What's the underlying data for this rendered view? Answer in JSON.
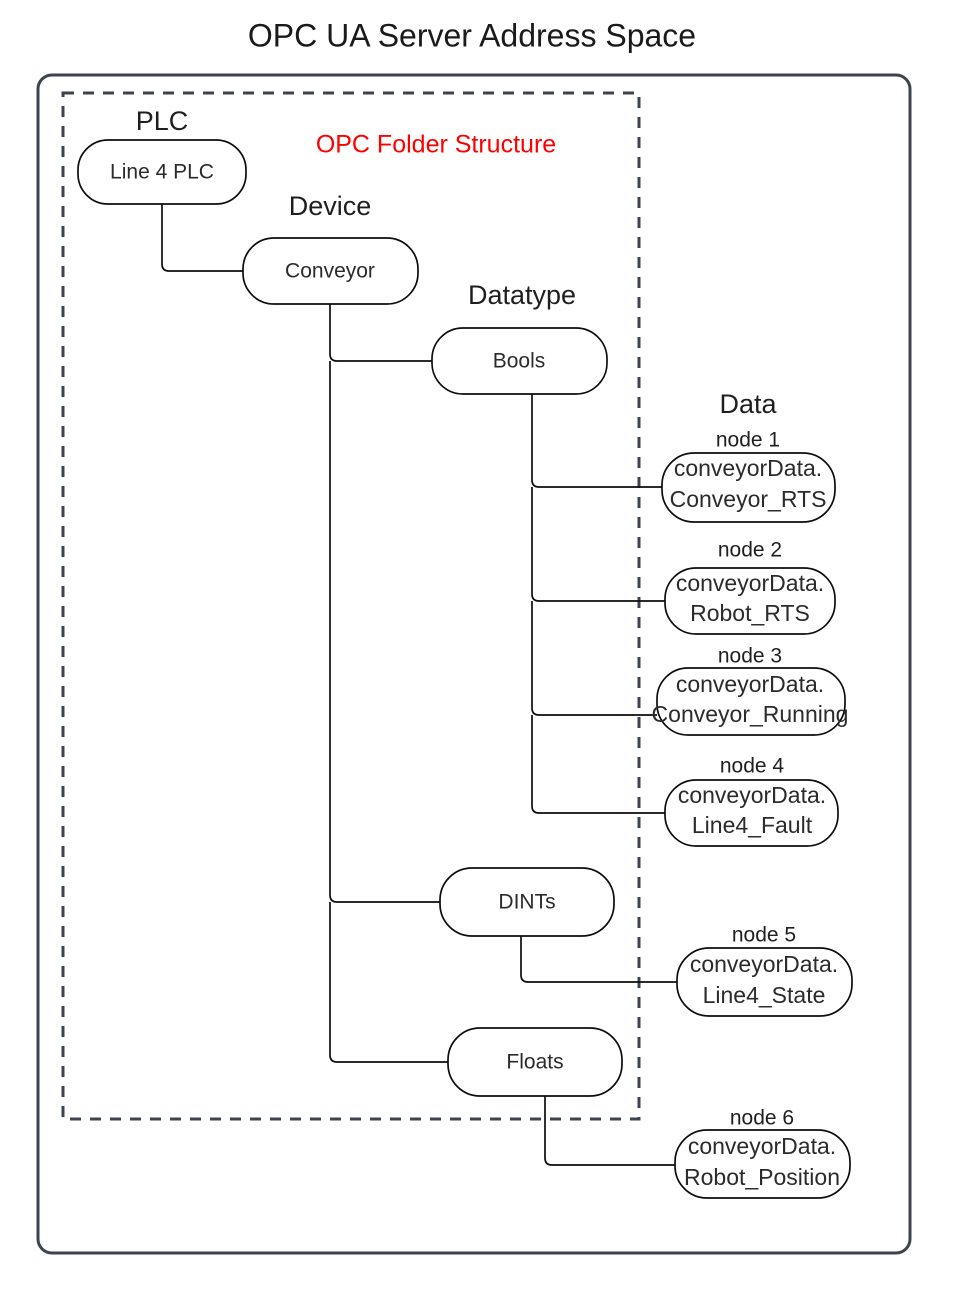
{
  "page": {
    "title": "OPC UA Server Address Space",
    "folder_structure_label": "OPC Folder Structure",
    "folder_structure_color": "#ff0000",
    "background_color": "#ffffff",
    "frame_color": "#3d4450",
    "node_border_color": "#0d0d0d"
  },
  "group_labels": {
    "plc": "PLC",
    "device": "Device",
    "datatype": "Datatype",
    "data": "Data"
  },
  "tree": {
    "plc_node": {
      "label": "Line 4 PLC"
    },
    "device_node": {
      "label": "Conveyor"
    },
    "datatype_nodes": [
      {
        "label": "Bools"
      },
      {
        "label": "DINTs"
      },
      {
        "label": "Floats"
      }
    ]
  },
  "data_nodes": [
    {
      "caption": "node 1",
      "line1": "conveyorData.",
      "line2": "Conveyor_RTS",
      "parent": "Bools"
    },
    {
      "caption": "node 2",
      "line1": "conveyorData.",
      "line2": "Robot_RTS",
      "parent": "Bools"
    },
    {
      "caption": "node 3",
      "line1": "conveyorData.",
      "line2": "Conveyor_Running",
      "parent": "Bools"
    },
    {
      "caption": "node 4",
      "line1": "conveyorData.",
      "line2": "Line4_Fault",
      "parent": "Bools"
    },
    {
      "caption": "node 5",
      "line1": "conveyorData.",
      "line2": "Line4_State",
      "parent": "DINTs"
    },
    {
      "caption": "node 6",
      "line1": "conveyorData.",
      "line2": "Robot_Position",
      "parent": "Floats"
    }
  ]
}
